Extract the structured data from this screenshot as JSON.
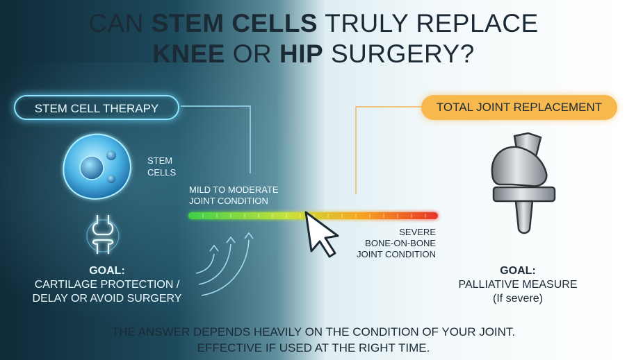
{
  "title": {
    "line1_pre": "CAN ",
    "line1_bold": "STEM CELLS",
    "line1_post": " TRULY REPLACE",
    "line2_bold1": "KNEE",
    "line2_mid": " OR ",
    "line2_bold2": "HIP",
    "line2_post": " SURGERY?"
  },
  "left_panel": {
    "header": "STEM CELL THERAPY",
    "stem_label_line1": "STEM",
    "stem_label_line2": "CELLS",
    "goal_title": "GOAL:",
    "goal_line1": "CARTILAGE PROTECTION /",
    "goal_line2": "DELAY OR AVOID SURGERY"
  },
  "right_panel": {
    "header": "TOTAL JOINT REPLACEMENT",
    "goal_title": "GOAL:",
    "goal_line1": "PALLIATIVE MEASURE",
    "goal_line2": "(If severe)"
  },
  "scale": {
    "mild_line1": "MILD TO MODERATE",
    "mild_line2": "JOINT CONDITION",
    "severe_line1": "SEVERE",
    "severe_line2": "BONE-ON-BONE",
    "severe_line3": "JOINT CONDITION",
    "colors": [
      "#3ecf4a",
      "#c8e23a",
      "#f7a21f",
      "#e8332a"
    ]
  },
  "footer": {
    "line1": "THE ANSWER DEPENDS HEAVILY ON THE CONDITION OF YOUR JOINT.",
    "line2": "EFFECTIVE IF USED AT THE RIGHT TIME."
  },
  "icons": [
    "stem-cell-icon",
    "knee-joint-icon",
    "knee-implant-icon",
    "cursor-arrow-icon"
  ]
}
